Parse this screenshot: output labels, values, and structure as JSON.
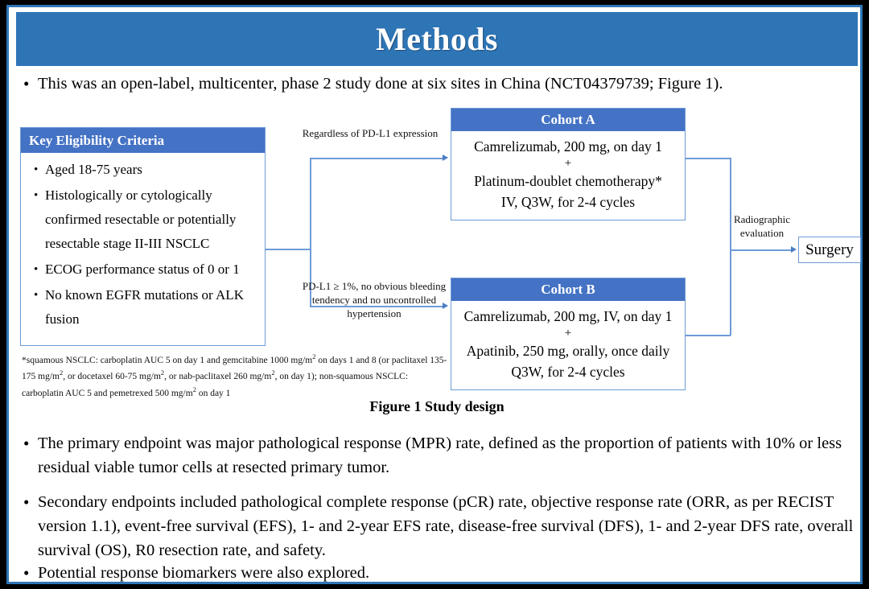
{
  "slide": {
    "title": "Methods",
    "accent_color": "#2E75B6",
    "box_header_color": "#4472C4",
    "connector_color": "#6E9BD6"
  },
  "bullets": {
    "intro": "This was an open-label, multicenter, phase 2 study done at six sites in China (NCT04379739; Figure 1).",
    "primary": "The primary endpoint was major pathological response (MPR) rate, defined as the proportion of patients with 10% or less residual viable tumor cells at resected primary tumor.",
    "secondary": "Secondary endpoints included pathological complete response (pCR) rate, objective response rate (ORR, as per RECIST version 1.1), event-free survival (EFS), 1- and 2-year EFS rate, disease-free survival (DFS), 1- and 2-year DFS rate, overall survival (OS), R0 resection rate, and safety.",
    "biomarker": "Potential response biomarkers were also explored.",
    "marker": "•"
  },
  "figure": {
    "caption": "Figure 1 Study design",
    "eligibility": {
      "header": "Key  Eligibility Criteria",
      "items": [
        "Aged 18-75 years",
        "Histologically or cytologically confirmed resectable or potentially resectable stage II-III  NSCLC",
        "ECOG performance status of 0 or 1",
        "No known EGFR mutations or ALK fusion"
      ],
      "marker": "•"
    },
    "footnote": {
      "line1_a": "*squamous NSCLC: carboplatin AUC 5 on day 1 and gemcitabine 1000 mg/m",
      "line1_b": " on days 1 and 8 (or paclitaxel 135-175  mg/m",
      "line1_c": ", or docetaxel 60-75 mg/m",
      "line1_d": ", or nab-paclitaxel 260 mg/m",
      "line1_e": ", on day 1); non-squamous NSCLC: carboplatin AUC 5 and pemetrexed 500 mg/m",
      "line1_f": " on day 1",
      "sup": "2"
    },
    "cohort_a": {
      "header": "Cohort A",
      "line1": "Camrelizumab, 200 mg, on day 1",
      "plus": "+",
      "line2": "Platinum-doublet chemotherapy*",
      "line3": "IV, Q3W, for 2-4 cycles"
    },
    "cohort_b": {
      "header": "Cohort B",
      "line1": "Camrelizumab, 200 mg, IV, on day 1",
      "plus": "+",
      "line2": "Apatinib, 250 mg, orally, once daily",
      "line3": "Q3W, for 2-4 cycles"
    },
    "connector_labels": {
      "regardless": "Regardless  of PD-L1 expression",
      "pdl1": "PD-L1 ≥ 1%, no obvious bleeding tendency and no uncontrolled  hypertension",
      "radiographic": "Radiographic evaluation"
    },
    "surgery": {
      "label": "Surgery"
    }
  }
}
